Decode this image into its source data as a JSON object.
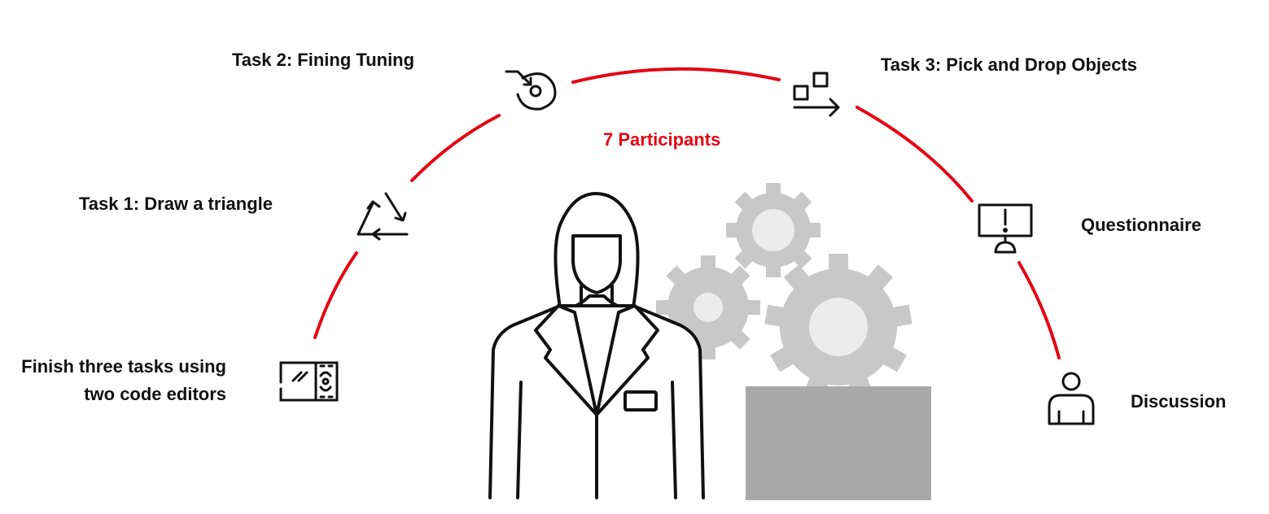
{
  "colors": {
    "arc": "#e30613",
    "ink": "#111111",
    "gear_dark": "#c8c8c8",
    "gear_light": "#ececec",
    "box": "#a9a9a9"
  },
  "participants": {
    "label": "7 Participants",
    "color": "#e30613"
  },
  "steps": {
    "intro": {
      "line1": "Finish three tasks using",
      "line2": "two code editors",
      "icon": "code-editor-icon"
    },
    "task1": {
      "label": "Task 1: Draw a triangle",
      "icon": "cycle-triangle-icon"
    },
    "task2": {
      "label": "Task 2: Fining Tuning",
      "icon": "fine-tune-target-icon"
    },
    "task3": {
      "label": "Task 3: Pick and Drop Objects",
      "icon": "pick-drop-icon"
    },
    "questionnaire": {
      "label": "Questionnaire",
      "icon": "monitor-alert-icon"
    },
    "discussion": {
      "label": "Discussion",
      "icon": "person-icon"
    }
  }
}
